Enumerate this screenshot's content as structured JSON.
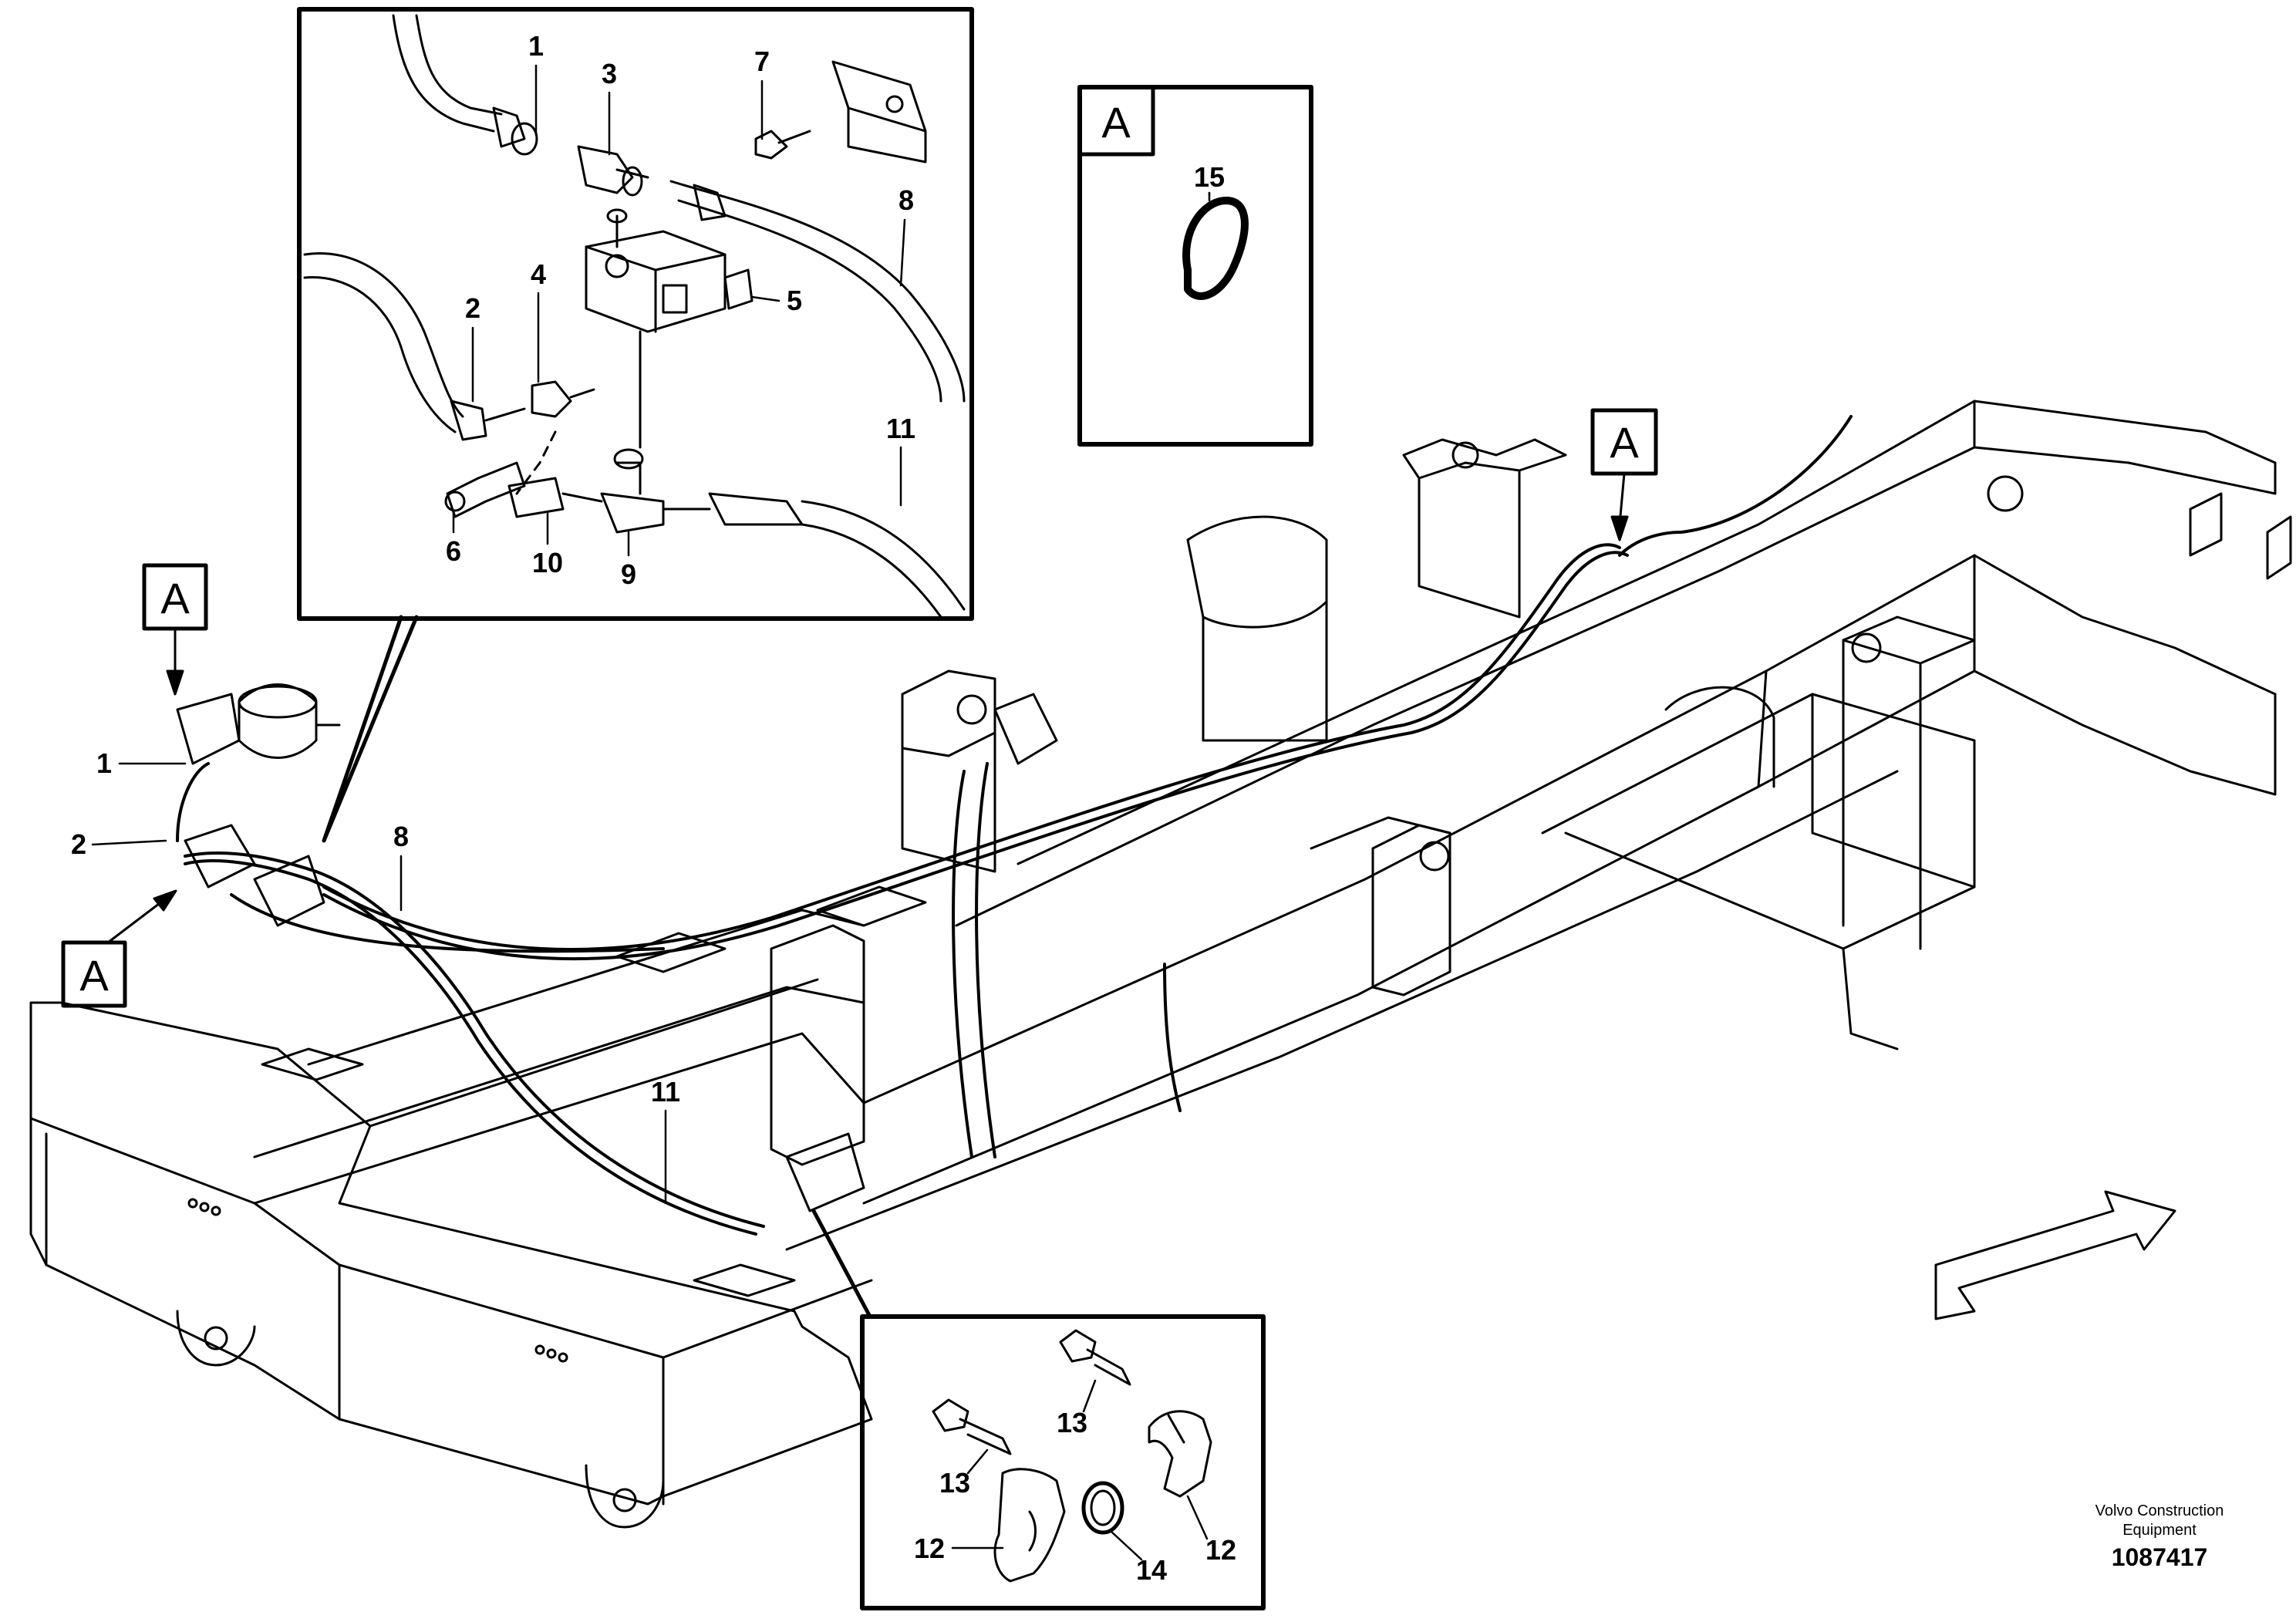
{
  "callouts": {
    "detail_top": [
      {
        "id": "c1",
        "text": "1"
      },
      {
        "id": "c3",
        "text": "3"
      },
      {
        "id": "c7",
        "text": "7"
      },
      {
        "id": "c8",
        "text": "8"
      },
      {
        "id": "c4",
        "text": "4"
      },
      {
        "id": "c2",
        "text": "2"
      },
      {
        "id": "c5",
        "text": "5"
      },
      {
        "id": "c11",
        "text": "11"
      },
      {
        "id": "c6",
        "text": "6"
      },
      {
        "id": "c10",
        "text": "10"
      },
      {
        "id": "c9",
        "text": "9"
      }
    ],
    "detail_a": [
      {
        "id": "a15",
        "text": "15"
      }
    ],
    "main": [
      {
        "id": "m1",
        "text": "1"
      },
      {
        "id": "m2",
        "text": "2"
      },
      {
        "id": "m8",
        "text": "8"
      },
      {
        "id": "m11",
        "text": "11"
      }
    ],
    "detail_bottom": [
      {
        "id": "b13a",
        "text": "13"
      },
      {
        "id": "b13b",
        "text": "13"
      },
      {
        "id": "b12a",
        "text": "12"
      },
      {
        "id": "b12b",
        "text": "12"
      },
      {
        "id": "b14",
        "text": "14"
      }
    ]
  },
  "section_flags": [
    {
      "id": "f_box",
      "text": "A"
    },
    {
      "id": "f_left_top",
      "text": "A"
    },
    {
      "id": "f_left_bottom",
      "text": "A"
    },
    {
      "id": "f_right",
      "text": "A"
    }
  ],
  "footer": {
    "brand_line1": "Volvo Construction",
    "brand_line2": "Equipment",
    "doc_number": "1087417"
  }
}
